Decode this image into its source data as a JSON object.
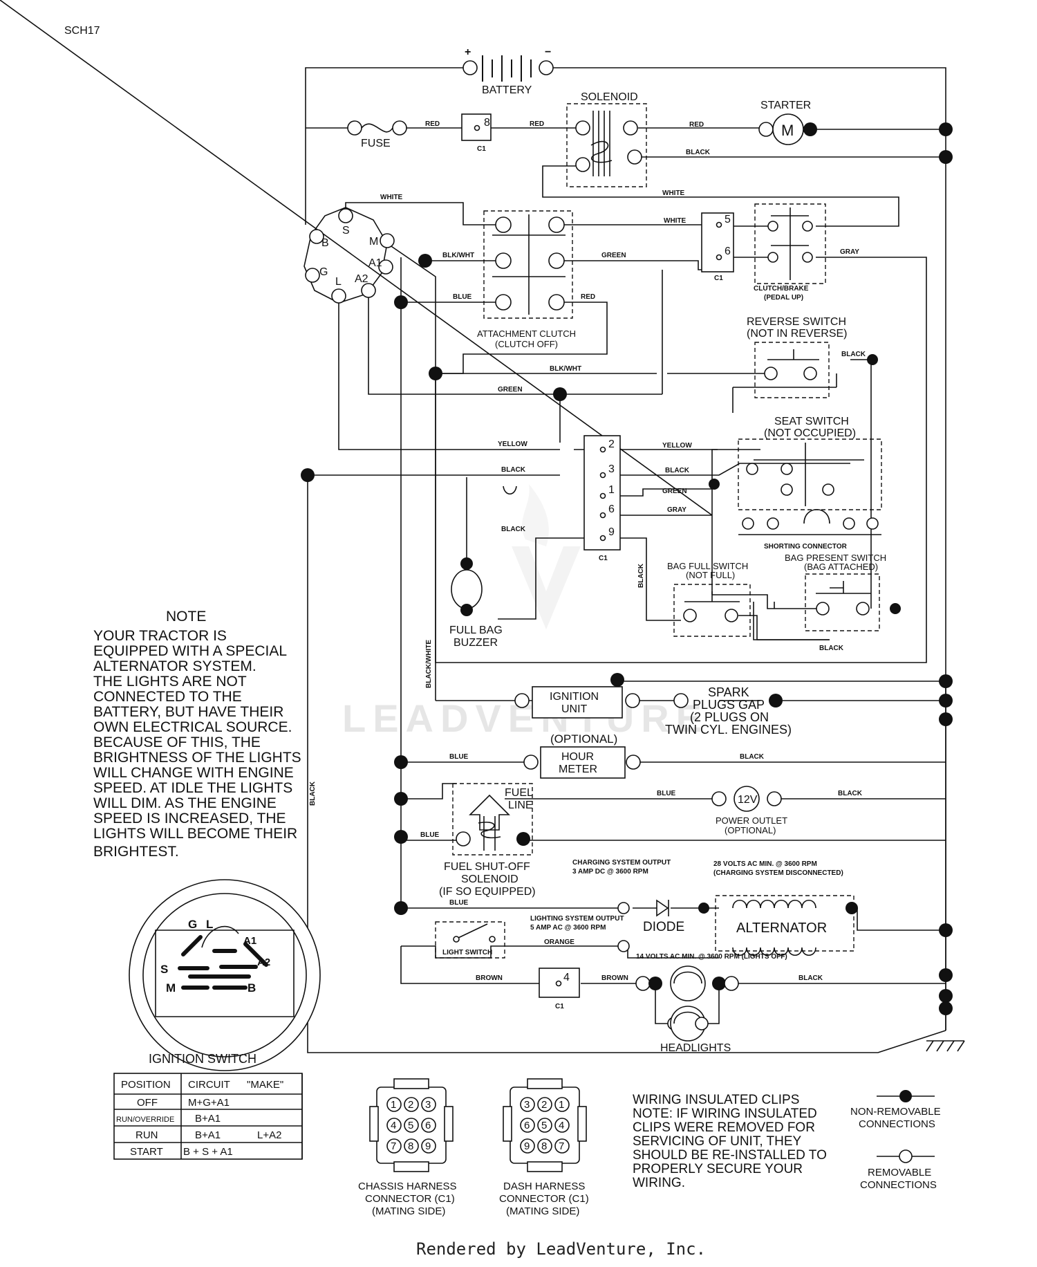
{
  "page_code": "SCH17",
  "components": {
    "battery": "BATTERY",
    "battery_plus": "+",
    "battery_minus": "−",
    "solenoid": "SOLENOID",
    "starter": "STARTER",
    "starter_motor": "M",
    "fuse": "FUSE",
    "c1": "C1",
    "attachment_clutch_1": "ATTACHMENT CLUTCH",
    "attachment_clutch_2": "(CLUTCH OFF)",
    "clutch_brake_1": "CLUTCH/BRAKE",
    "clutch_brake_2": "(PEDAL UP)",
    "reverse_switch_1": "REVERSE SWITCH",
    "reverse_switch_2": "(NOT IN REVERSE)",
    "seat_switch_1": "SEAT SWITCH",
    "seat_switch_2": "(NOT OCCUPIED)",
    "shorting_connector": "SHORTING CONNECTOR",
    "bag_full_1": "BAG FULL SWITCH",
    "bag_full_2": "(NOT FULL)",
    "bag_present_1": "BAG PRESENT SWITCH",
    "bag_present_2": "(BAG ATTACHED)",
    "full_bag_buzzer_1": "FULL BAG",
    "full_bag_buzzer_2": "BUZZER",
    "ignition_unit_1": "IGNITION",
    "ignition_unit_2": "UNIT",
    "spark_1": "SPARK",
    "spark_2": "PLUGS GAP",
    "spark_3": "(2 PLUGS ON",
    "spark_4": "TWIN CYL. ENGINES)",
    "optional": "(OPTIONAL)",
    "hour_meter_1": "HOUR",
    "hour_meter_2": "METER",
    "fuel_line_1": "FUEL",
    "fuel_line_2": "LINE",
    "fuel_shutoff_1": "FUEL SHUT-OFF",
    "fuel_shutoff_2": "SOLENOID",
    "fuel_shutoff_3": "(IF SO EQUIPPED)",
    "power_outlet_value": "12V",
    "power_outlet_1": "POWER OUTLET",
    "power_outlet_2": "(OPTIONAL)",
    "charging_output_1": "CHARGING SYSTEM OUTPUT",
    "charging_output_2": "3 AMP DC @ 3600 RPM",
    "volts28_1": "28 VOLTS AC MIN. @ 3600 RPM",
    "volts28_2": "(CHARGING SYSTEM DISCONNECTED)",
    "lighting_output_1": "LIGHTING SYSTEM OUTPUT",
    "lighting_output_2": "5 AMP AC @ 3600 RPM",
    "diode": "DIODE",
    "alternator": "ALTERNATOR",
    "light_switch": "LIGHT SWITCH",
    "volts14": "14 VOLTS AC MIN. @ 3600 RPM (LIGHTS OFF)",
    "headlights": "HEADLIGHTS"
  },
  "ignition_terminals": [
    "B",
    "S",
    "M",
    "A1",
    "G",
    "L",
    "A2"
  ],
  "c1_pins": [
    "8",
    "5",
    "6",
    "2",
    "3",
    "1",
    "6",
    "9",
    "4"
  ],
  "wire_labels": {
    "red": "RED",
    "black": "BLACK",
    "white": "WHITE",
    "blk_wht": "BLK/WHT",
    "green": "GREEN",
    "blue": "BLUE",
    "gray": "GRAY",
    "yellow": "YELLOW",
    "black_white": "BLACK/WHITE",
    "orange": "ORANGE",
    "brown": "BROWN"
  },
  "note": {
    "title": "NOTE",
    "lines": [
      "YOUR TRACTOR IS",
      "EQUIPPED WITH A SPECIAL",
      "ALTERNATOR SYSTEM.",
      "THE LIGHTS ARE NOT",
      "CONNECTED TO THE",
      "BATTERY, BUT HAVE THEIR",
      "OWN ELECTRICAL SOURCE.",
      "BECAUSE OF THIS, THE",
      "BRIGHTNESS OF THE LIGHTS",
      "WILL CHANGE WITH ENGINE",
      "SPEED.  AT IDLE THE LIGHTS",
      "WILL DIM.  AS THE ENGINE",
      "SPEED IS INCREASED,  THE",
      "LIGHTS WILL BECOME THEIR",
      "BRIGHTEST."
    ]
  },
  "ignition_switch": {
    "title": "IGNITION SWITCH",
    "face_labels": [
      "G",
      "L",
      "A1",
      "A2",
      "S",
      "M",
      "B"
    ],
    "headers": [
      "POSITION",
      "CIRCUIT",
      "\"MAKE\""
    ],
    "rows": [
      [
        "OFF",
        "M+G+A1",
        ""
      ],
      [
        "RUN/OVERRIDE",
        "B+A1",
        ""
      ],
      [
        "RUN",
        "B+A1",
        "L+A2"
      ],
      [
        "START",
        "B + S + A1",
        ""
      ]
    ]
  },
  "connectors": {
    "chassis": [
      "CHASSIS HARNESS",
      "CONNECTOR (C1)",
      "(MATING SIDE)"
    ],
    "chassis_pins": [
      "1",
      "2",
      "3",
      "4",
      "5",
      "6",
      "7",
      "8",
      "9"
    ],
    "dash": [
      "DASH HARNESS",
      "CONNECTOR (C1)",
      "(MATING SIDE)"
    ],
    "dash_pins": [
      "3",
      "2",
      "1",
      "6",
      "5",
      "4",
      "9",
      "8",
      "7"
    ]
  },
  "clips_note": [
    "WIRING INSULATED CLIPS",
    "NOTE: IF WIRING INSULATED",
    "CLIPS WERE REMOVED FOR",
    "SERVICING OF UNIT, THEY",
    "SHOULD BE RE-INSTALLED TO",
    "PROPERLY SECURE YOUR",
    "WIRING."
  ],
  "legend": {
    "non_removable": [
      "NON-REMOVABLE",
      "CONNECTIONS"
    ],
    "removable": [
      "REMOVABLE",
      "CONNECTIONS"
    ]
  },
  "watermark": "LEADVENTURE",
  "footer": "Rendered by LeadVenture, Inc."
}
